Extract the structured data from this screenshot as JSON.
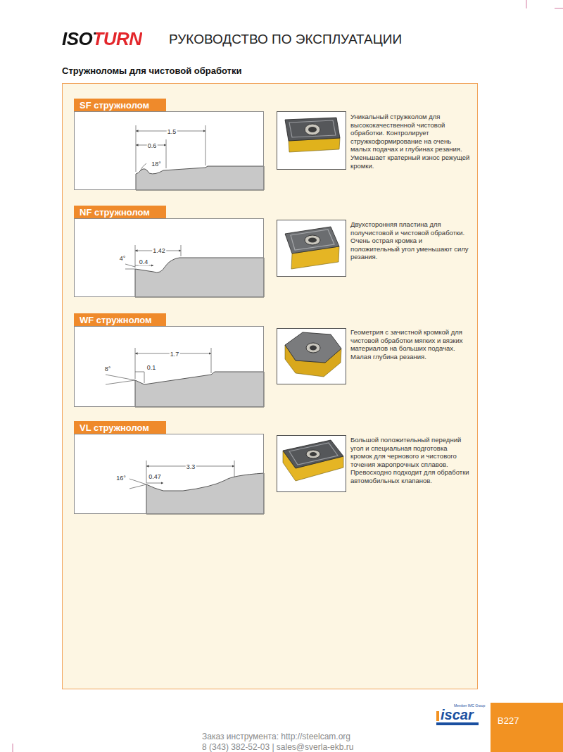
{
  "diagram": {
    "title": "Стружноломы для чистовой обработки",
    "nodes": [
      {
        "text": [
          "SF стружнолом"
        ]
      },
      {
        "text": [
          "1.5",
          "0.6",
          "18°"
        ]
      },
      {
        "text": [
          "NF стружнолом"
        ]
      },
      {
        "text": [
          "1.42",
          "4°",
          "0.4"
        ]
      },
      {
        "text": [
          "WF стружнолом"
        ]
      },
      {
        "text": [
          "1.7",
          "8°",
          "0.1"
        ]
      },
      {
        "text": [
          "VL стружнолом"
        ]
      },
      {
        "text": [
          "3.3",
          "16°",
          "0.47"
        ]
      },
      {
        "text": [
          "B227"
        ]
      }
    ],
    "labels": [
      "ISOTURN",
      "РУКОВОДСТВО ПО ЭКСПЛУАТАЦИИ",
      "Уникальный стружколом для высококачественной чистовой обработки. Контролирует стружкоформирование на очень малых подачах и глубинах резания. Уменьшает кратерный износ режущей кромки.",
      "Двухсторонняя пластина для получистовой и чистовой обработки. Очень острая кромка и положительный угол уменьшают силу резания.",
      "Геометрия с зачистной кромкой для чистовой обработки мягких и вязких материалов на больших подачах. Малая глубина резания.",
      "Большой положительный передний угол и специальная подготовка кромок для чернового и чистового точения жаропрочных сплавов. Превосходно подходит для обработки автомобильных клапанов.",
      "iscar",
      "Member IMC Group",
      "Заказ инструмента: http://steelcam.org",
      "8 (343) 382-52-03 | sales@sverla-ekb.ru"
    ]
  }
}
